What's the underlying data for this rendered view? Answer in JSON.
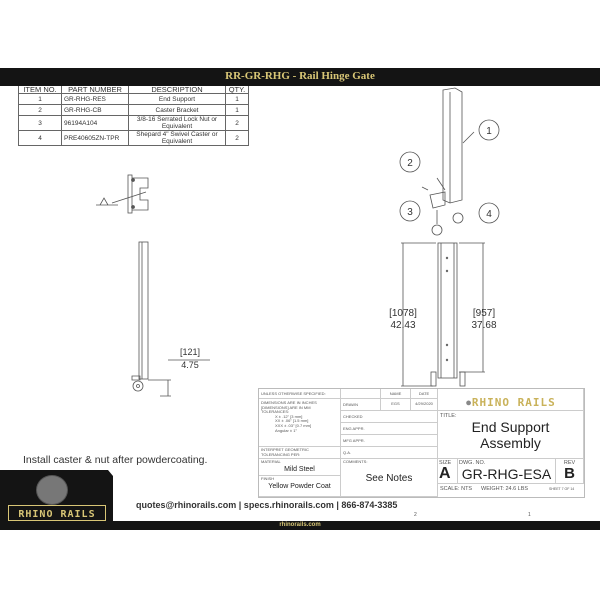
{
  "header": {
    "title": "RR-GR-RHG - Rail Hinge Gate"
  },
  "bom": {
    "headers": [
      "ITEM NO.",
      "PART NUMBER",
      "DESCRIPTION",
      "QTY."
    ],
    "rows": [
      {
        "item": "1",
        "part": "GR-RHG-RES",
        "desc": "End Support",
        "qty": "1"
      },
      {
        "item": "2",
        "part": "GR-RHG-CB",
        "desc": "Caster Bracket",
        "qty": "1"
      },
      {
        "item": "3",
        "part": "96194A104",
        "desc": "3/8-16 Serrated Lock Nut or Equivalent",
        "qty": "2"
      },
      {
        "item": "4",
        "part": "PRE40605ZN-TPR",
        "desc": "Shepard 4\" Swivel Caster or Equivalent",
        "qty": "2"
      }
    ]
  },
  "callouts": [
    "1",
    "2",
    "3",
    "4"
  ],
  "dimensions": {
    "side_mm": "[121]",
    "side_in": "4.75",
    "overall_mm": "[1078]",
    "overall_in": "42.43",
    "post_mm": "[957]",
    "post_in": "37.68"
  },
  "note": "Install caster & nut after powdercoating.",
  "title_block": {
    "unless": "UNLESS OTHERWISE SPECIFIED:",
    "dims": "DIMENSIONS ARE IN INCHES [DIMENSIONS] ARE IN MM",
    "tol_label": "TOLERANCES:",
    "tol": [
      "X  ± .12\"  [3 mm]",
      "XX  ± .06\"  [1.5 mm]",
      "XXX ± .03\"  [0.7 mm]",
      "Angular ± 1°"
    ],
    "interpret": "INTERPRET GEOMETRIC TOLERANCING PER:",
    "material_label": "MATERIAL",
    "material": "Mild Steel",
    "finish_label": "FINISH",
    "finish": "Yellow Powder Coat",
    "name_h": "NAME",
    "date_h": "DATE",
    "drawn": "DRAWN",
    "drawn_name": "EGS",
    "drawn_date": "4/29/2020",
    "checked": "CHECKED",
    "eng": "ENG APPR.",
    "mfg": "MFG APPR.",
    "qa": "Q.A.",
    "comments": "COMMENTS:",
    "comments_val": "See Notes",
    "title_label": "TITLE:",
    "title_line1": "End Support",
    "title_line2": "Assembly",
    "size_label": "SIZE",
    "size": "A",
    "dwg_label": "DWG.  NO.",
    "dwg": "GR-RHG-ESA",
    "rev_label": "REV",
    "rev": "B",
    "scale": "SCALE: NTS",
    "weight": "WEIGHT: 24.6 LBS",
    "sheet": "SHEET 7 OF 14",
    "zone2": "2",
    "zone1": "1"
  },
  "brand": {
    "logo": "RHINO RAILS"
  },
  "footer": {
    "contact": "quotes@rhinorails.com | specs.rhinorails.com | 866-874-3385",
    "site": "rhinorails.com"
  }
}
